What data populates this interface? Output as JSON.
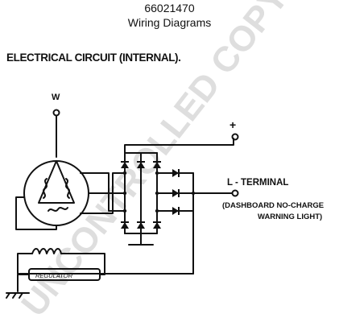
{
  "header": {
    "doc_number": "66021470",
    "doc_title": "Wiring Diagrams"
  },
  "section_title": "ELECTRICAL CIRCUIT (INTERNAL).",
  "watermark": "UNCONTROLLED COPY",
  "diagram": {
    "label_w": "W",
    "label_plus": "+",
    "label_l_terminal": "L - TERMINAL",
    "label_dashboard_1": "(DASHBOARD NO-CHARGE",
    "label_dashboard_2": "WARNING LIGHT)",
    "label_regulator": "REGULATOR"
  }
}
